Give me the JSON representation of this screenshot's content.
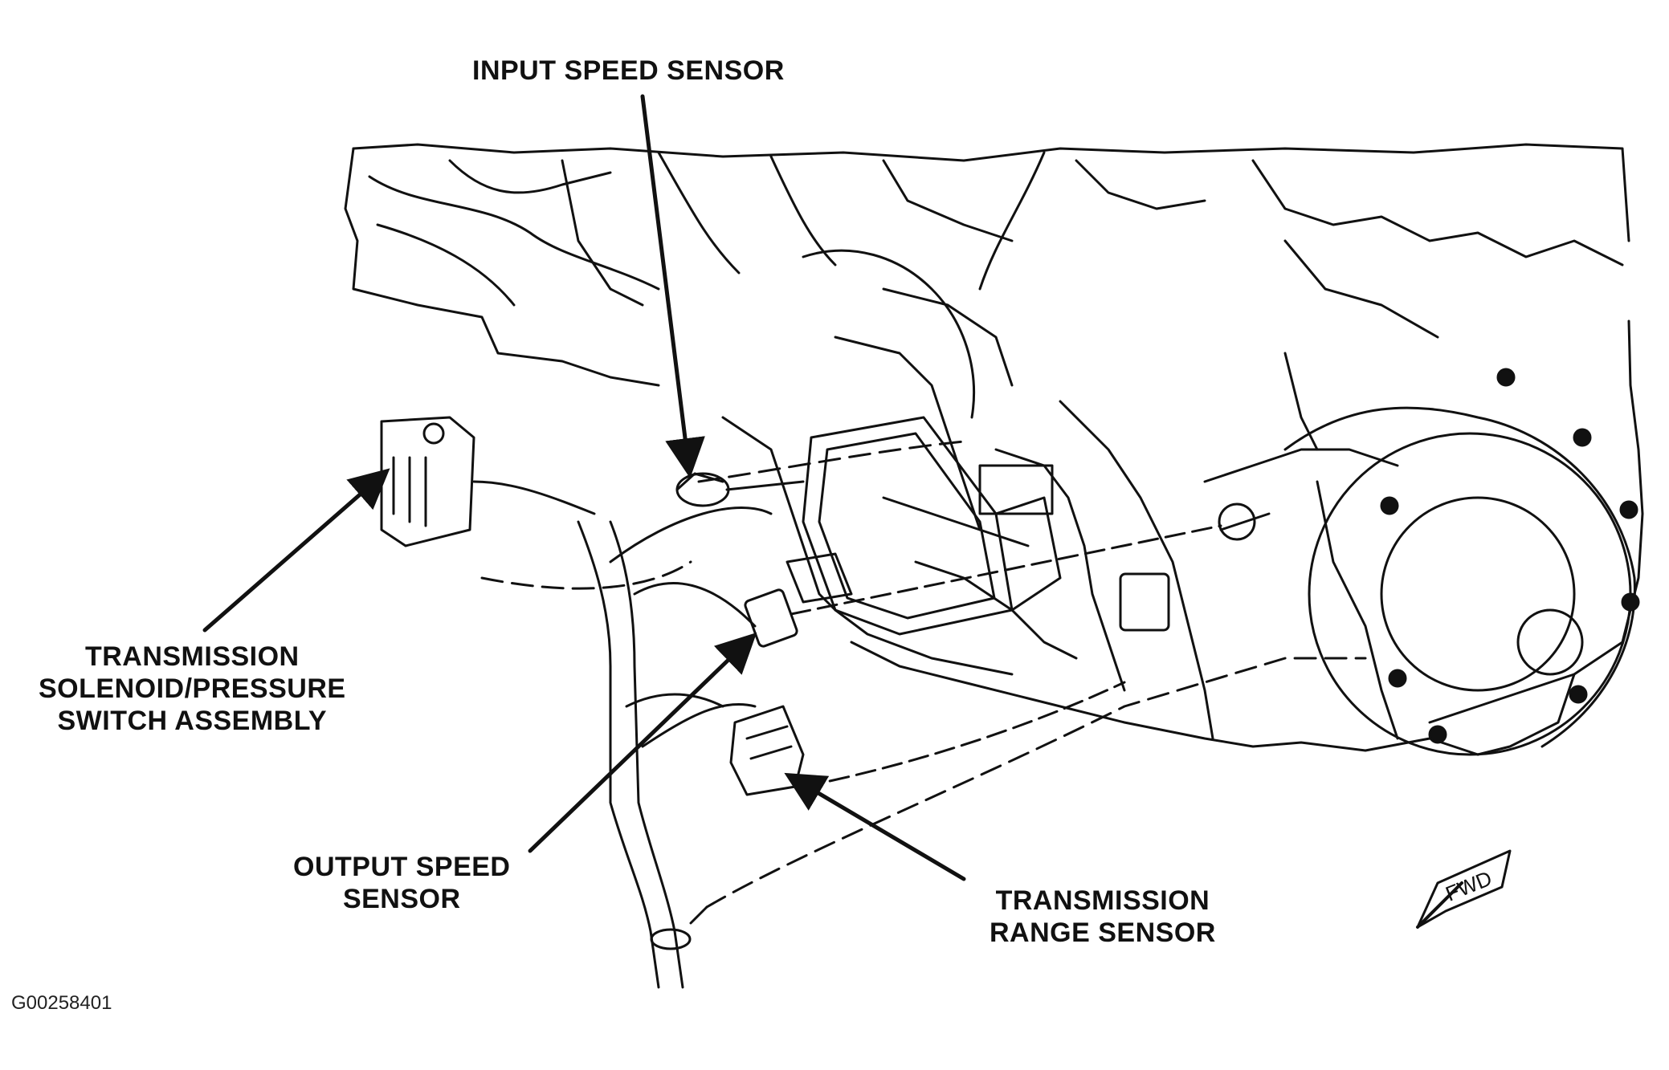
{
  "labels": {
    "input_speed_sensor": "INPUT SPEED SENSOR",
    "solenoid_line1": "TRANSMISSION",
    "solenoid_line2": "SOLENOID/PRESSURE",
    "solenoid_line3": "SWITCH ASSEMBLY",
    "output_line1": "OUTPUT SPEED",
    "output_line2": "SENSOR",
    "range_line1": "TRANSMISSION",
    "range_line2": "RANGE SENSOR"
  },
  "direction_marker": "FWD",
  "figure_id": "G00258401",
  "colors": {
    "ink": "#111111",
    "background": "#ffffff"
  }
}
